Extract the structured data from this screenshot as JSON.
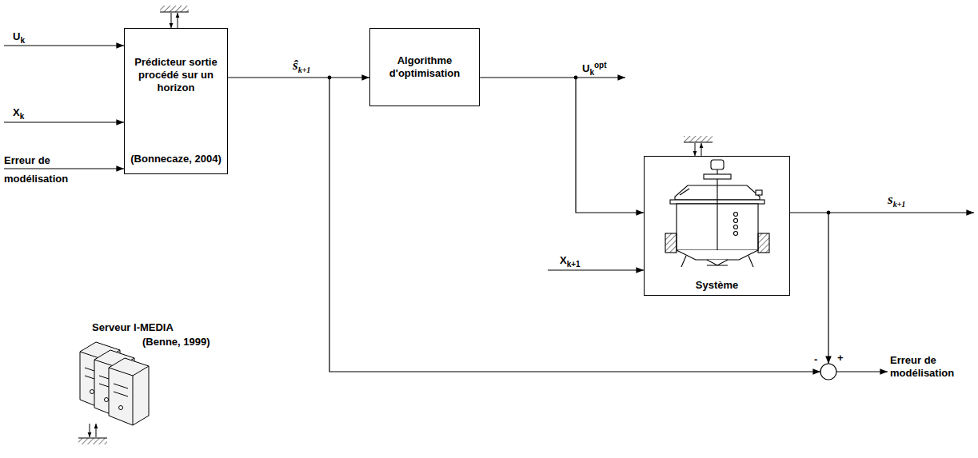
{
  "diagram": {
    "nodes": [
      {
        "text": [
          "Prédicteur sortie procédé sur un horizon",
          "(Bonnecaze, 2004)"
        ]
      },
      {
        "text": [
          "Algorithme d'optimisation"
        ]
      },
      {
        "text": [
          "Système"
        ]
      }
    ],
    "edges": [
      {
        "from": 0,
        "to": 1,
        "arrow": "to"
      },
      {
        "from": 1,
        "to": 2,
        "arrow": "to"
      }
    ],
    "labels": [
      "Uk",
      "Xk",
      "Erreur de modélisation",
      "ŝk+1",
      "Ukopt",
      "Xk+1",
      "sk+1",
      "-",
      "+",
      "Erreur de modélisation",
      "Serveur I-MEDIA",
      "(Benne, 1999)"
    ]
  }
}
